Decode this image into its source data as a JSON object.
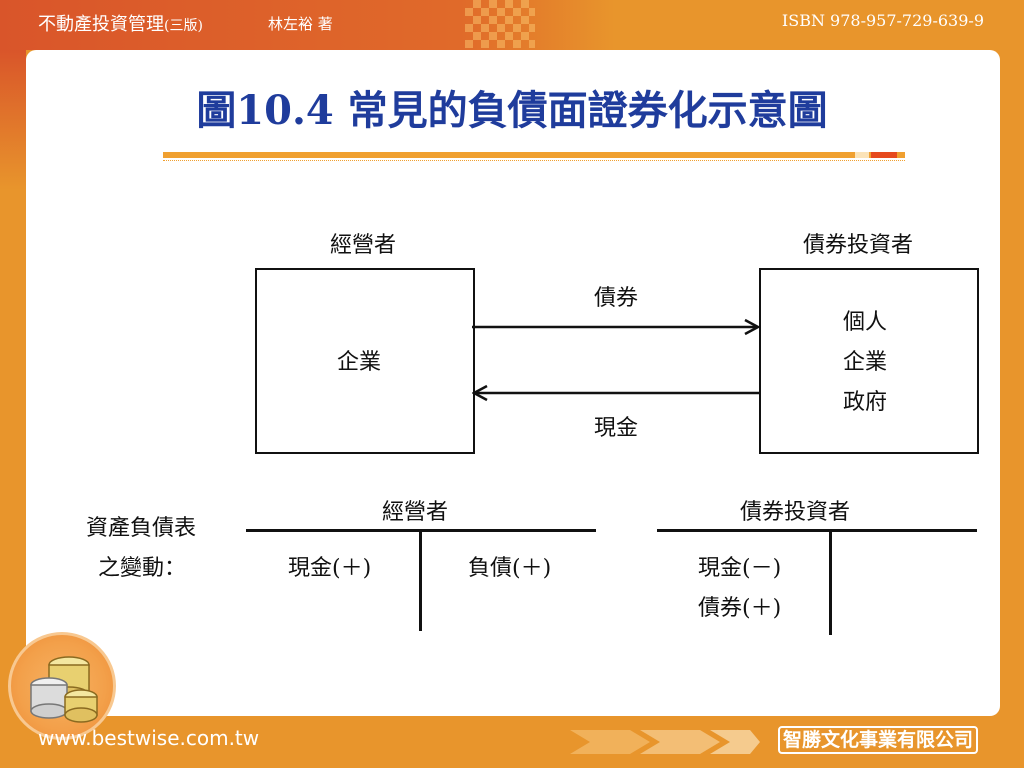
{
  "header": {
    "book_title": "不動產投資管理",
    "edition": "(三版)",
    "author": "林左裕 著",
    "isbn": "ISBN 978-957-729-639-9"
  },
  "slide": {
    "title": "圖10.4 常見的負債面證券化示意圖"
  },
  "diagram": {
    "left_label": "經營者",
    "right_label": "債券投資者",
    "left_box": "企業",
    "right_box": [
      "個人",
      "企業",
      "政府"
    ],
    "arrow_right_label": "債券",
    "arrow_left_label": "現金"
  },
  "balance_sheet": {
    "caption_line1": "資產負債表",
    "caption_line2": "之變動：",
    "left_table": {
      "title": "經營者",
      "debit": [
        "現金(＋)"
      ],
      "credit": [
        "負債(＋)"
      ]
    },
    "right_table": {
      "title": "債券投資者",
      "debit": [
        "現金(－)",
        "債券(＋)"
      ],
      "credit": []
    }
  },
  "footer": {
    "url": "www.bestwise.com.tw",
    "company": "智勝文化事業有限公司"
  },
  "colors": {
    "accent_orange": "#e8952c",
    "header_red": "#d9552a",
    "title_blue": "#1f3c9c"
  },
  "icons": [
    "coins-icon",
    "arrow-decoration-icon"
  ]
}
